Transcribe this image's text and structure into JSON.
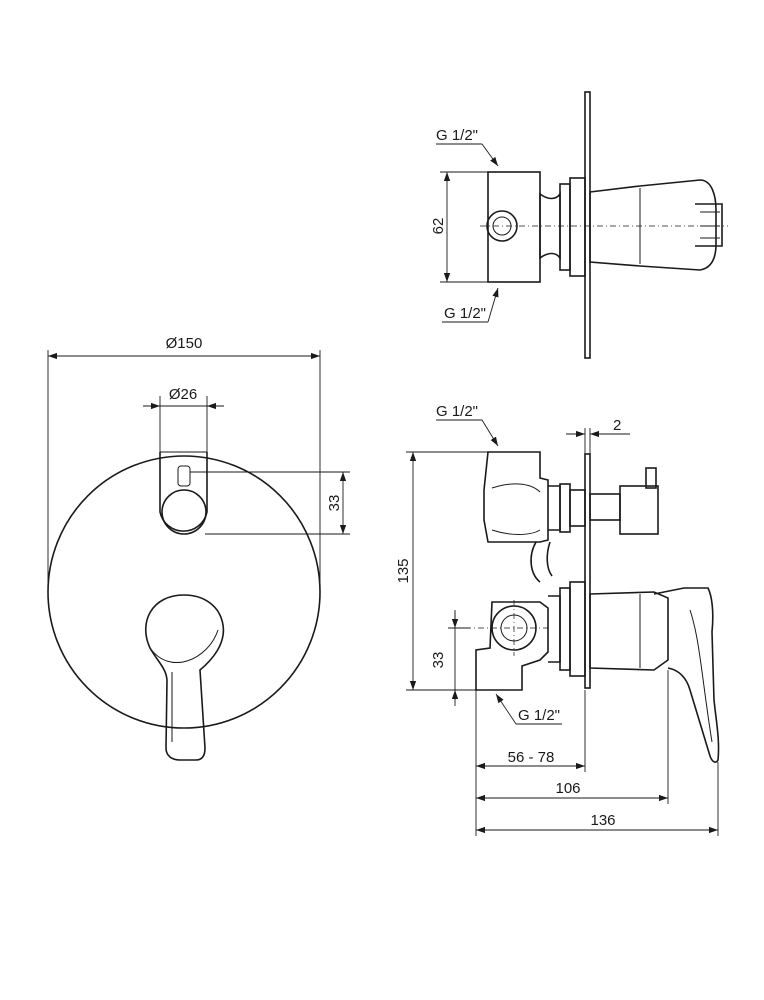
{
  "dimensions": {
    "face_diameter": "Ø150",
    "knob_diameter": "Ø26",
    "knob_offset": "33",
    "top_height": "62",
    "side_height": "135",
    "lower_offset": "33",
    "plate_thickness": "2",
    "depth_range": "56 - 78",
    "depth_mid": "106",
    "depth_total": "136"
  },
  "threads": {
    "top_upper": "G 1/2\"",
    "top_lower": "G 1/2\"",
    "side_upper": "G 1/2\"",
    "side_lower": "G 1/2\""
  }
}
